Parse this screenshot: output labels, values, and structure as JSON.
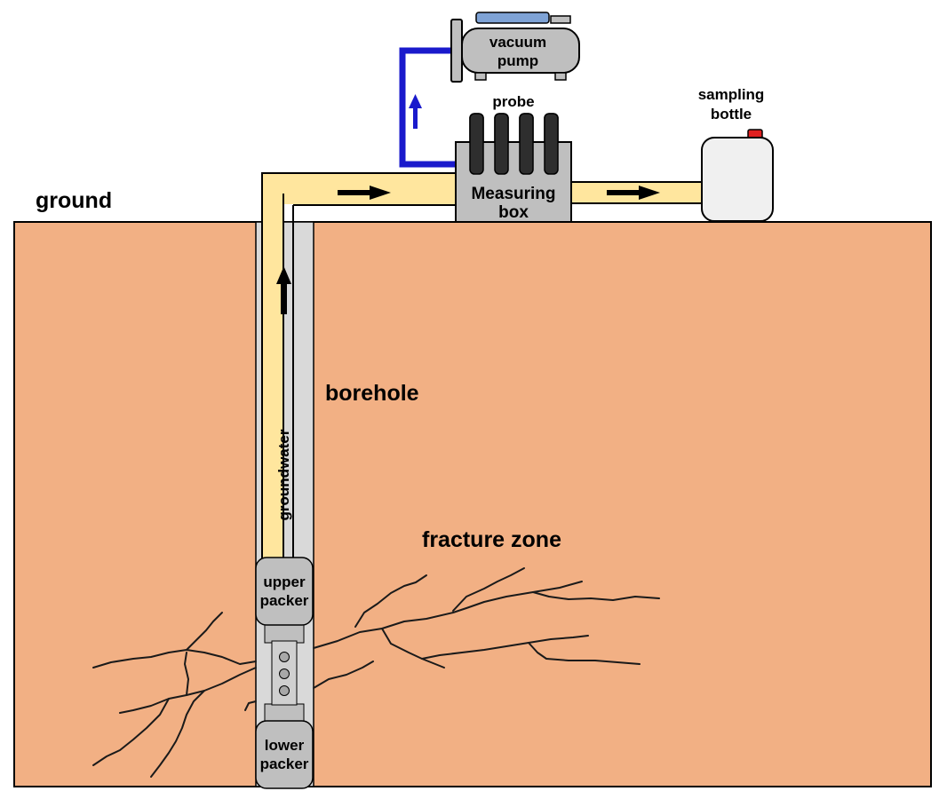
{
  "labels": {
    "ground": "ground",
    "borehole": "borehole",
    "fracture_zone": "fracture zone",
    "groundwater": "groundwater",
    "probe": "probe",
    "measuring_box_line1": "Measuring",
    "measuring_box_line2": "box",
    "vacuum_pump_line1": "vacuum",
    "vacuum_pump_line2": "pump",
    "sampling_bottle_line1": "sampling",
    "sampling_bottle_line2": "bottle",
    "upper_packer_line1": "upper",
    "upper_packer_line2": "packer",
    "lower_packer_line1": "lower",
    "lower_packer_line2": "packer"
  },
  "colors": {
    "soil": "#f2b084",
    "borehole_casing": "#d9d9d9",
    "groundwater_pipe": "#ffe69e",
    "vacuum_line": "#1a1acc",
    "equipment_gray": "#bfbfbf",
    "pump_top": "#7fa3d6",
    "bottle_body": "#f0f0f0",
    "bottle_cap": "#e02020",
    "probe_rods": "#2e2e2e",
    "fracture": "#1a1a1a",
    "outline": "#000000"
  },
  "icons": {
    "flow_arrow": "arrow-right-icon",
    "up_arrow": "arrow-up-icon"
  }
}
